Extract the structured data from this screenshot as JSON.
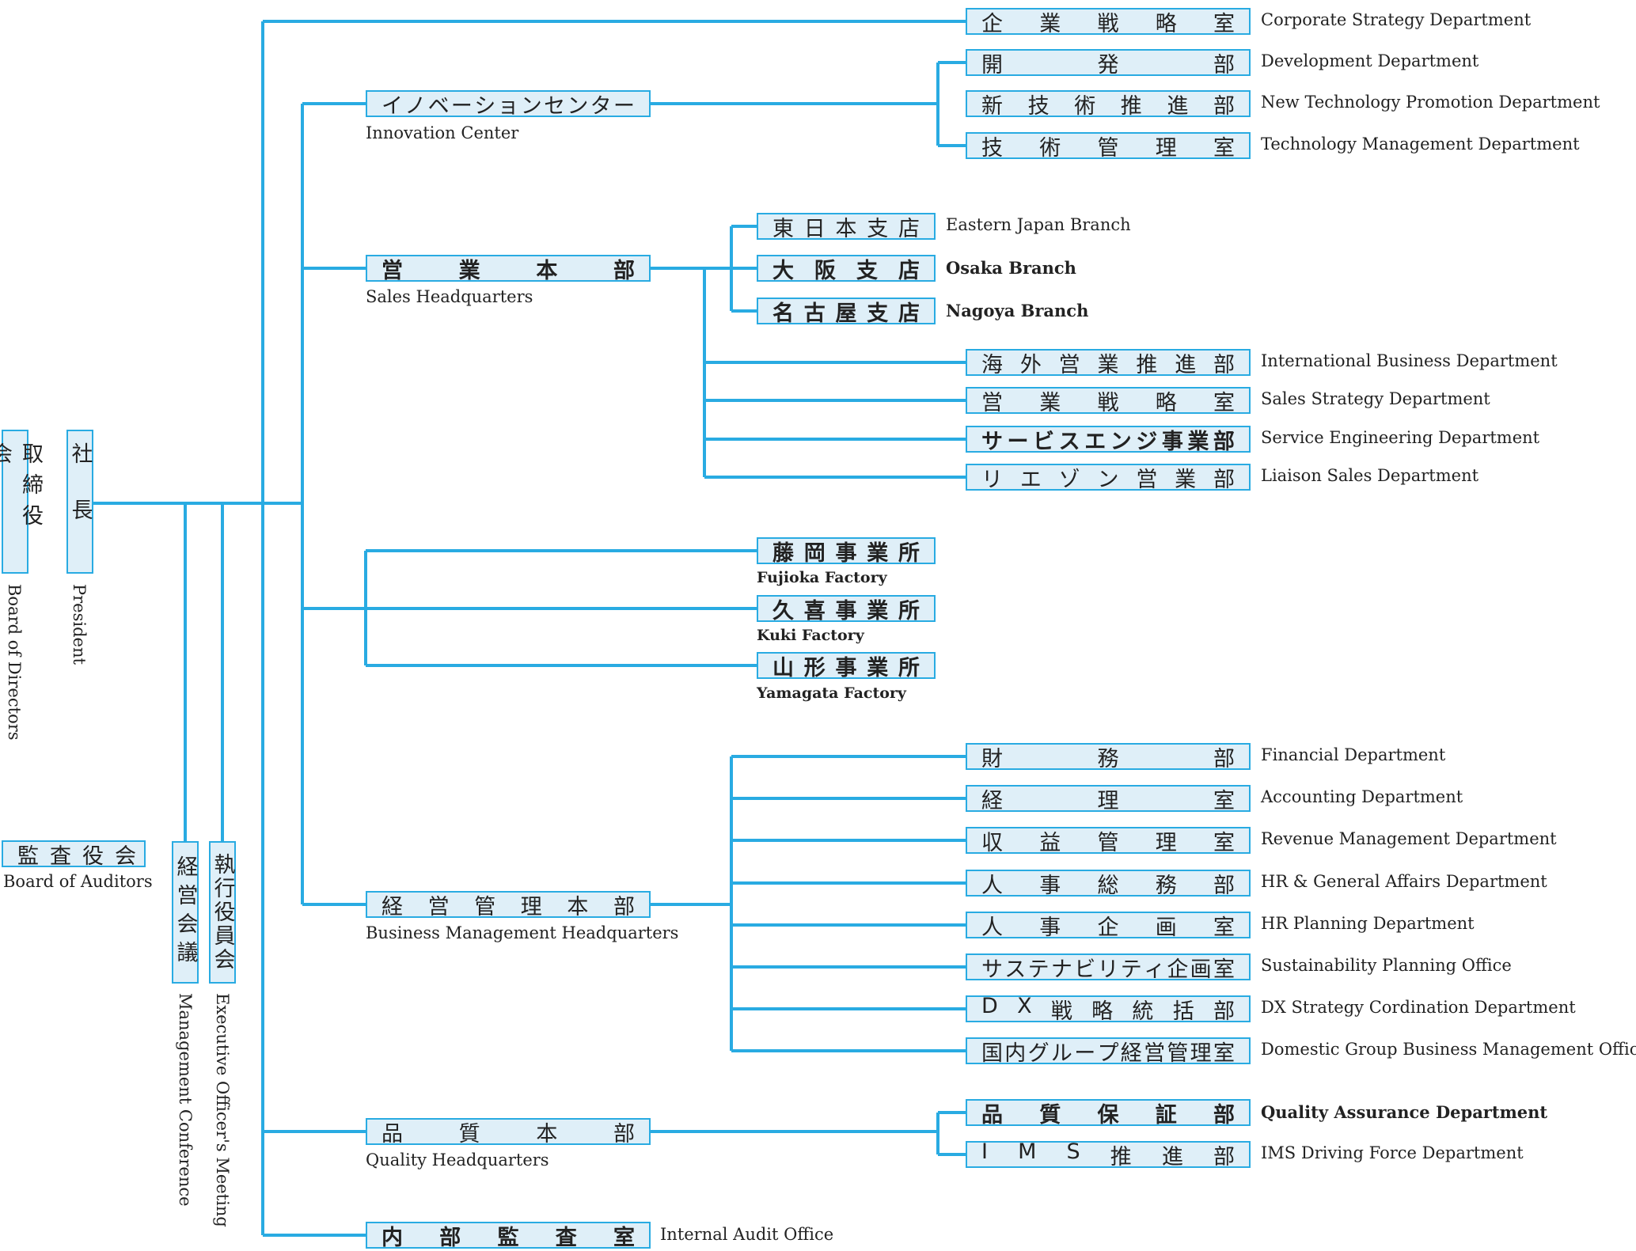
{
  "left": {
    "board_of_directors": {
      "ja": "取締役会",
      "en": "Board of Directors"
    },
    "president": {
      "ja": "社長",
      "en": "President"
    },
    "board_of_auditors": {
      "ja": "監査役会",
      "en": "Board of Auditors"
    },
    "management_conference": {
      "ja": "経営会議",
      "en": "Management Conference"
    },
    "executive_officers_meeting": {
      "ja": "執行役員会",
      "en": "Executive Officer's Meeting"
    }
  },
  "corporate_strategy": {
    "ja": "企業戦略室",
    "en": "Corporate Strategy Department"
  },
  "innovation_center": {
    "ja": "イノベーションセンター",
    "en": "Innovation Center",
    "children": [
      {
        "ja": "開発部",
        "en": "Development Department"
      },
      {
        "ja": "新技術推進部",
        "en": "New Technology Promotion Department"
      },
      {
        "ja": "技術管理室",
        "en": "Technology Management Department"
      }
    ]
  },
  "sales_hq": {
    "ja": "営業本部",
    "en": "Sales Headquarters",
    "branches": [
      {
        "ja": "東日本支店",
        "en": "Eastern Japan Branch"
      },
      {
        "ja": "大阪支店",
        "en": "Osaka Branch"
      },
      {
        "ja": "名古屋支店",
        "en": "Nagoya Branch"
      }
    ],
    "departments": [
      {
        "ja": "海外営業推進部",
        "en": "International Business Department"
      },
      {
        "ja": "営業戦略室",
        "en": "Sales Strategy Department"
      },
      {
        "ja": "サービスエンジ事業部",
        "en": "Service Engineering Department"
      },
      {
        "ja": "リエゾン営業部",
        "en": "Liaison Sales Department"
      }
    ]
  },
  "factories": [
    {
      "ja": "藤岡事業所",
      "en": "Fujioka Factory"
    },
    {
      "ja": "久喜事業所",
      "en": "Kuki Factory"
    },
    {
      "ja": "山形事業所",
      "en": "Yamagata Factory"
    }
  ],
  "business_mgmt_hq": {
    "ja": "経営管理本部",
    "en": "Business Management Headquarters",
    "children": [
      {
        "ja": "財務部",
        "en": "Financial Department"
      },
      {
        "ja": "経理室",
        "en": "Accounting Department"
      },
      {
        "ja": "収益管理室",
        "en": "Revenue Management Department"
      },
      {
        "ja": "人事総務部",
        "en": "HR & General Affairs Department"
      },
      {
        "ja": "人事企画室",
        "en": "HR Planning Department"
      },
      {
        "ja": "サステナビリティ企画室",
        "en": "Sustainability Planning Office"
      },
      {
        "ja": "DX戦略統括部",
        "en": "DX Strategy Cordination Department"
      },
      {
        "ja": "国内グループ経営管理室",
        "en": "Domestic Group Business Management Office"
      }
    ]
  },
  "quality_hq": {
    "ja": "品質本部",
    "en": "Quality Headquarters",
    "children": [
      {
        "ja": "品質保証部",
        "en": "Quality Assurance Department"
      },
      {
        "ja": "IMS推進部",
        "en": "IMS Driving Force Department"
      }
    ]
  },
  "internal_audit": {
    "ja": "内部監査室",
    "en": "Internal Audit Office"
  },
  "colors": {
    "line": "#29abe2",
    "box_fill": "#dfeff8",
    "text": "#222222"
  }
}
